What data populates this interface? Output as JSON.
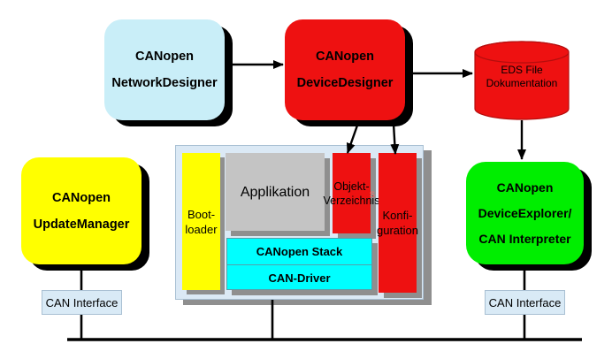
{
  "nodes": {
    "network_designer": {
      "lines": [
        "CANopen",
        "NetworkDesigner"
      ]
    },
    "device_designer": {
      "lines": [
        "CANopen",
        "DeviceDesigner"
      ]
    },
    "eds_file": {
      "lines": [
        "EDS File",
        "Dokumentation"
      ]
    },
    "update_manager": {
      "lines": [
        "CANopen",
        "UpdateManager"
      ]
    },
    "device_explorer": {
      "lines": [
        "CANopen",
        "DeviceExplorer/",
        "CAN Interpreter"
      ]
    },
    "bootloader": {
      "lines": [
        "Boot-",
        "loader"
      ]
    },
    "applikation": {
      "label": "Applikation"
    },
    "objekt_verzeichnis": {
      "lines": [
        "Objekt-",
        "Verzeichnis"
      ],
      "overflow_char": "s"
    },
    "konfiguration": {
      "lines": [
        "Konfi-",
        "guration"
      ]
    },
    "canopen_stack": {
      "label": "CANopen Stack"
    },
    "can_driver": {
      "label": "CAN-Driver"
    },
    "can_interface_left": {
      "label": "CAN Interface"
    },
    "can_interface_right": {
      "label": "CAN Interface"
    }
  },
  "edges": [
    {
      "from": "CANopen NetworkDesigner",
      "to": "CANopen DeviceDesigner"
    },
    {
      "from": "CANopen DeviceDesigner",
      "to": "EDS File Dokumentation"
    },
    {
      "from": "CANopen DeviceDesigner",
      "to": "Objekt-Verzeichnis"
    },
    {
      "from": "CANopen DeviceDesigner",
      "to": "Konfiguration"
    },
    {
      "from": "EDS File Dokumentation",
      "to": "CANopen DeviceExplorer/CAN Interpreter"
    },
    {
      "from": "CANopen UpdateManager",
      "to": "CAN Interface"
    },
    {
      "from": "CANopen DeviceExplorer/CAN Interpreter",
      "to": "CAN Interface"
    },
    {
      "from": "CAN Interface",
      "to": "CAN bus"
    },
    {
      "from": "device container",
      "to": "CAN bus"
    }
  ],
  "colors": {
    "accent_red": "#EE1111",
    "cylinder_stroke": "#B50D0D",
    "cyan_box": "#C9EEF8",
    "yellow": "#FFFF00",
    "green": "#00EE00",
    "inner_cyan": "#00FFFF",
    "inner_gray": "#C4C4C4",
    "container_bg": "#DBE9F5",
    "container_border": "#A9C0D3",
    "interface_bg": "#D9EAF6",
    "shadow_gray": "#8F8F8F",
    "line_black": "#000000"
  }
}
